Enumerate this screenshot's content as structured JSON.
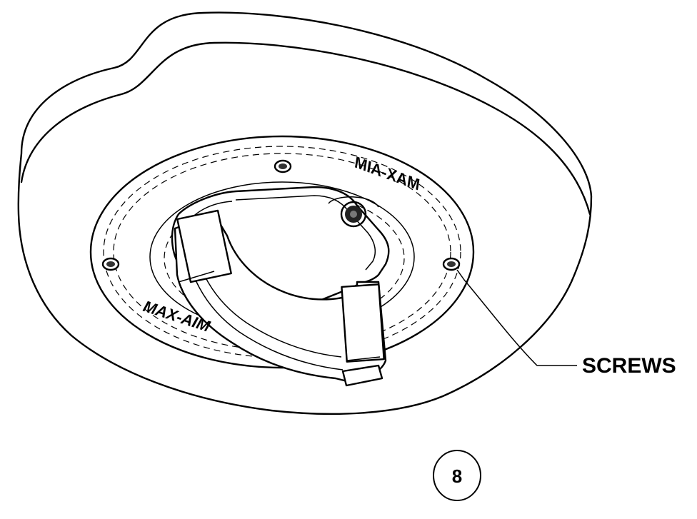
{
  "callout": {
    "label": "SCREWS"
  },
  "step": {
    "number": "8"
  },
  "branding": {
    "logo_text": "MAX-AIM",
    "logo_alt_text": "MAX-AIM"
  }
}
